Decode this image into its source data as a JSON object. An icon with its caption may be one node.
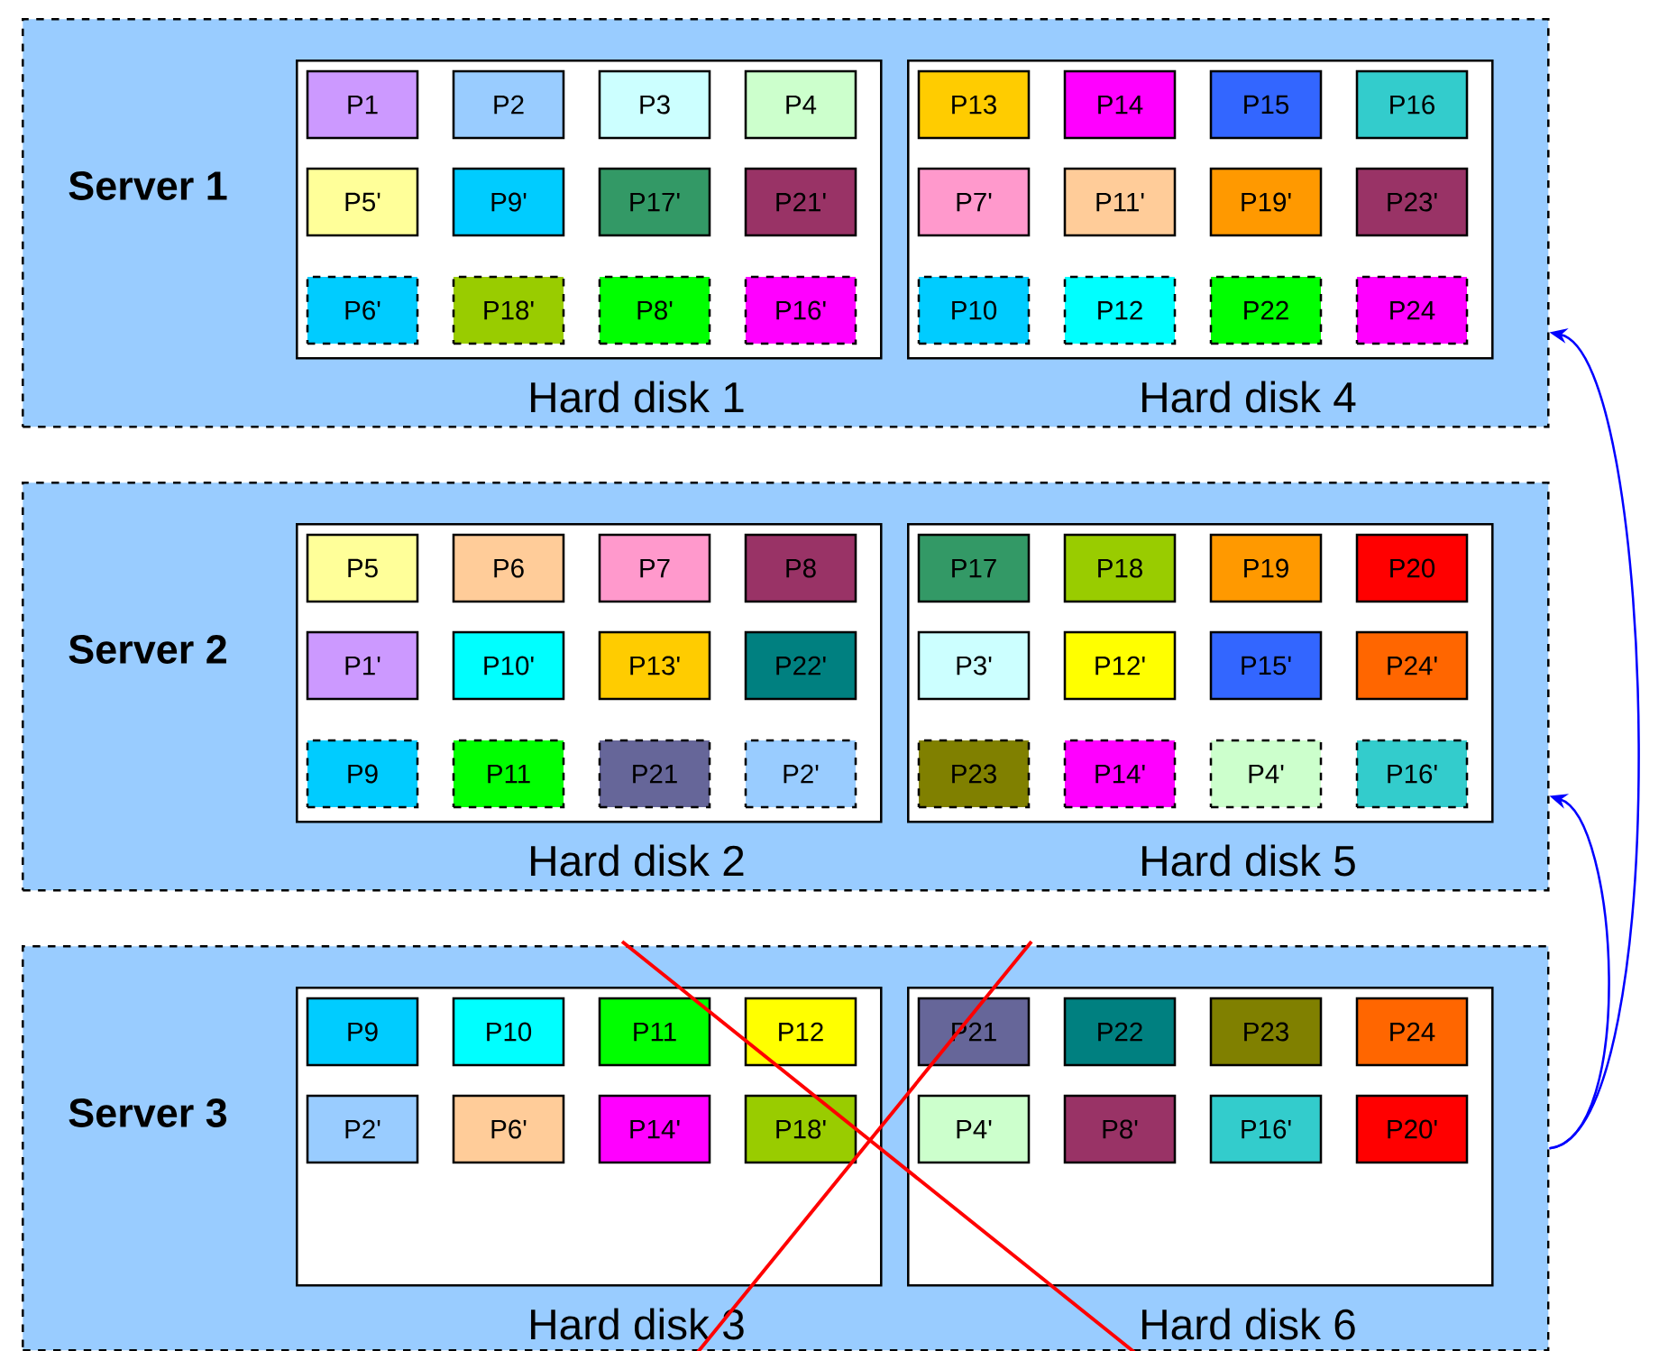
{
  "diagram": {
    "nodes": [
      {
        "text": [
          "Server 1"
        ]
      },
      {
        "text": [
          "Hard disk 1"
        ],
        "in": 0
      },
      {
        "text": [
          "P1"
        ],
        "in": 1
      },
      {
        "text": [
          "P2"
        ],
        "in": 1
      },
      {
        "text": [
          "P3"
        ],
        "in": 1
      },
      {
        "text": [
          "P4"
        ],
        "in": 1
      },
      {
        "text": [
          "P5'"
        ],
        "in": 1
      },
      {
        "text": [
          "P9'"
        ],
        "in": 1
      },
      {
        "text": [
          "P17'"
        ],
        "in": 1
      },
      {
        "text": [
          "P21'"
        ],
        "in": 1
      },
      {
        "text": [
          "P6'"
        ],
        "in": 1
      },
      {
        "text": [
          "P18'"
        ],
        "in": 1
      },
      {
        "text": [
          "P8'"
        ],
        "in": 1
      },
      {
        "text": [
          "P16'"
        ],
        "in": 1
      },
      {
        "text": [
          "Hard disk 4"
        ],
        "in": 0
      },
      {
        "text": [
          "P13"
        ],
        "in": 14
      },
      {
        "text": [
          "P14"
        ],
        "in": 14
      },
      {
        "text": [
          "P15"
        ],
        "in": 14
      },
      {
        "text": [
          "P16"
        ],
        "in": 14
      },
      {
        "text": [
          "P7'"
        ],
        "in": 14
      },
      {
        "text": [
          "P11'"
        ],
        "in": 14
      },
      {
        "text": [
          "P19'"
        ],
        "in": 14
      },
      {
        "text": [
          "P23'"
        ],
        "in": 14
      },
      {
        "text": [
          "P10"
        ],
        "in": 14
      },
      {
        "text": [
          "P12"
        ],
        "in": 14
      },
      {
        "text": [
          "P22"
        ],
        "in": 14
      },
      {
        "text": [
          "P24"
        ],
        "in": 14
      },
      {
        "text": [
          "Server 2"
        ]
      },
      {
        "text": [
          "Hard disk 2"
        ],
        "in": 27
      },
      {
        "text": [
          "P5"
        ],
        "in": 28
      },
      {
        "text": [
          "P6"
        ],
        "in": 28
      },
      {
        "text": [
          "P7"
        ],
        "in": 28
      },
      {
        "text": [
          "P8"
        ],
        "in": 28
      },
      {
        "text": [
          "P1'"
        ],
        "in": 28
      },
      {
        "text": [
          "P10'"
        ],
        "in": 28
      },
      {
        "text": [
          "P13'"
        ],
        "in": 28
      },
      {
        "text": [
          "P22'"
        ],
        "in": 28
      },
      {
        "text": [
          "P9"
        ],
        "in": 28
      },
      {
        "text": [
          "P11"
        ],
        "in": 28
      },
      {
        "text": [
          "P21"
        ],
        "in": 28
      },
      {
        "text": [
          "P2'"
        ],
        "in": 28
      },
      {
        "text": [
          "Hard disk 5"
        ],
        "in": 27
      },
      {
        "text": [
          "P17"
        ],
        "in": 41
      },
      {
        "text": [
          "P18"
        ],
        "in": 41
      },
      {
        "text": [
          "P19"
        ],
        "in": 41
      },
      {
        "text": [
          "P20"
        ],
        "in": 41
      },
      {
        "text": [
          "P3'"
        ],
        "in": 41
      },
      {
        "text": [
          "P12'"
        ],
        "in": 41
      },
      {
        "text": [
          "P15'"
        ],
        "in": 41
      },
      {
        "text": [
          "P24'"
        ],
        "in": 41
      },
      {
        "text": [
          "P23"
        ],
        "in": 41
      },
      {
        "text": [
          "P14'"
        ],
        "in": 41
      },
      {
        "text": [
          "P4'"
        ],
        "in": 41
      },
      {
        "text": [
          "P16'"
        ],
        "in": 41
      },
      {
        "text": [
          "Server 3"
        ]
      },
      {
        "text": [
          "Hard disk 3"
        ],
        "in": 54
      },
      {
        "text": [
          "P9"
        ],
        "in": 55
      },
      {
        "text": [
          "P10"
        ],
        "in": 55
      },
      {
        "text": [
          "P11"
        ],
        "in": 55
      },
      {
        "text": [
          "P12"
        ],
        "in": 55
      },
      {
        "text": [
          "P2'"
        ],
        "in": 55
      },
      {
        "text": [
          "P6'"
        ],
        "in": 55
      },
      {
        "text": [
          "P14'"
        ],
        "in": 55
      },
      {
        "text": [
          "P18'"
        ],
        "in": 55
      },
      {
        "text": [
          "Hard disk 6"
        ],
        "in": 54
      },
      {
        "text": [
          "P21"
        ],
        "in": 64
      },
      {
        "text": [
          "P22"
        ],
        "in": 64
      },
      {
        "text": [
          "P23"
        ],
        "in": 64
      },
      {
        "text": [
          "P24"
        ],
        "in": 64
      },
      {
        "text": [
          "P4'"
        ],
        "in": 64
      },
      {
        "text": [
          "P8'"
        ],
        "in": 64
      },
      {
        "text": [
          "P16'"
        ],
        "in": 64
      },
      {
        "text": [
          "P20'"
        ],
        "in": 64
      }
    ],
    "edges": [
      {
        "from": 54,
        "to": 0,
        "arrow": "to"
      },
      {
        "from": 54,
        "to": 27,
        "arrow": "to"
      }
    ]
  }
}
